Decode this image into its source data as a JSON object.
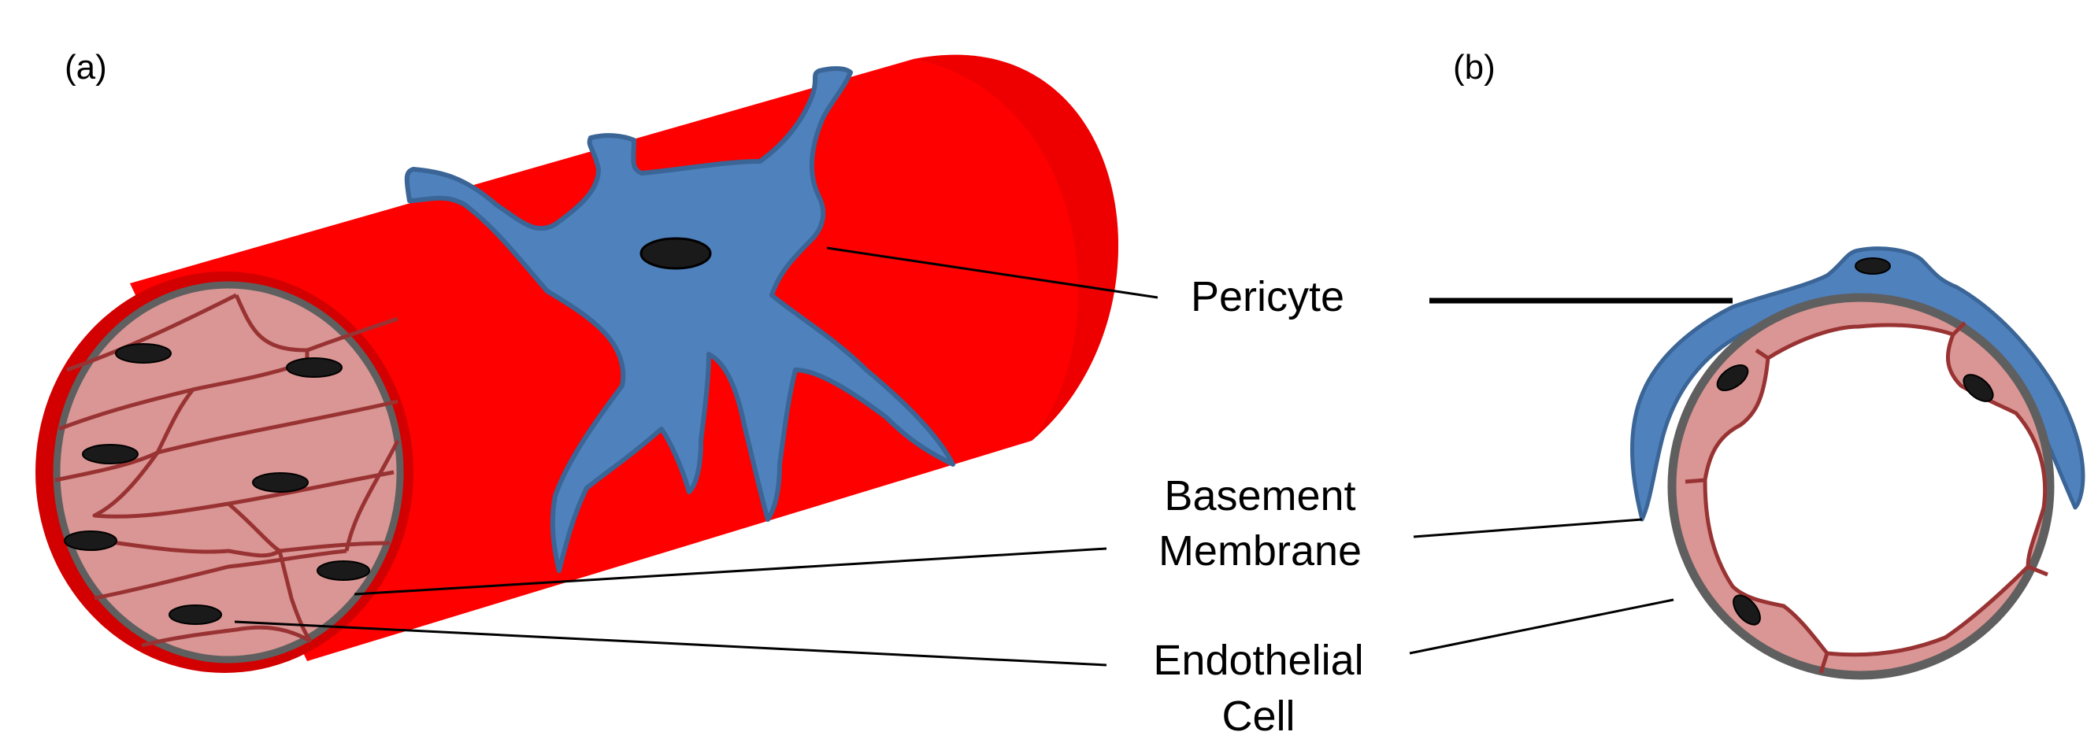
{
  "panels": {
    "a": "(a)",
    "b": "(b)"
  },
  "labels": {
    "pericyte": "Pericyte",
    "basement_line1": "Basement",
    "basement_line2": "Membrane",
    "endothelial_line1": "Endothelial",
    "endothelial_line2": "Cell"
  },
  "colors": {
    "vessel": "#ff0000",
    "vessel_dark": "#d20000",
    "pericyte": "#4f81bd",
    "pericyte_edge": "#3a6596",
    "endothelium": "#d99694",
    "cell_border": "#993333",
    "basement_membrane": "#5f5f5f",
    "nucleus": "#1a1a1a",
    "leader_line": "#000000"
  }
}
